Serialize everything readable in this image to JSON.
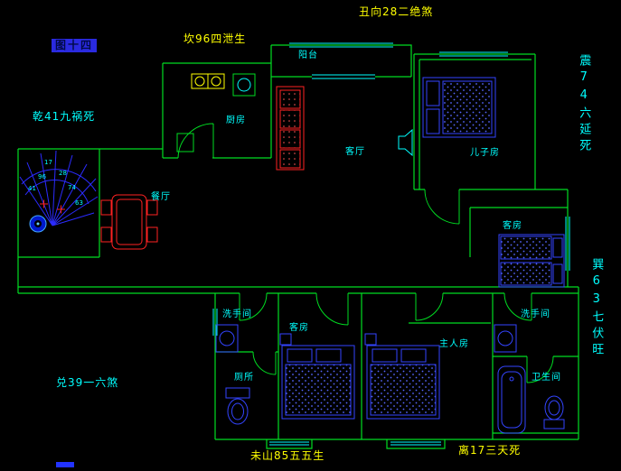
{
  "figure_label": "图十四",
  "annotations": {
    "top": "丑向28二绝煞",
    "top_left": "坎96四泄生",
    "left": "乾41九祸死",
    "bottom_left": "兑39一六煞",
    "bottom_center": "未山85五五生",
    "bottom_right": "离17三天死",
    "right_top_vertical": "震74六延死",
    "right_bottom_vertical": "巽63七伏旺"
  },
  "rooms": {
    "balcony": "阳台",
    "kitchen": "厨房",
    "living_room": "客厅",
    "son_room": "儿子房",
    "guest_room_right": "客房",
    "dining_room": "餐厅",
    "washroom_left": "洗手间",
    "toilet": "厕所",
    "guest_room_bottom": "客房",
    "master_room": "主人房",
    "washroom_right": "洗手间",
    "bathroom": "卫生间"
  },
  "compass": {
    "numbers": [
      "17",
      "28",
      "96",
      "41",
      "74",
      "63"
    ]
  },
  "colors": {
    "background": "#000000",
    "walls": "#00dd22",
    "windows": "#00ffff",
    "text_primary": "#00ffff",
    "text_accent": "#ffff00",
    "soft_furniture": "#ff2222",
    "fixtures": "#3333ff",
    "figure_label_bg": "#2a2ae0"
  }
}
